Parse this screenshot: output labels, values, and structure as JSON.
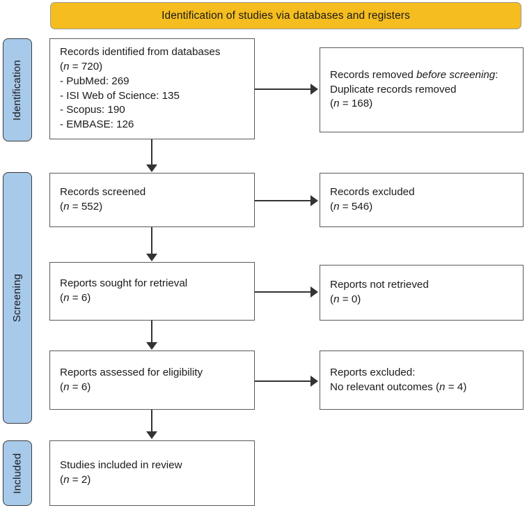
{
  "banner": {
    "title": "Identification of studies via databases and registers",
    "color": "#F5BD1F"
  },
  "stages": [
    {
      "label": "Identification",
      "color": "#A7C9EA"
    },
    {
      "label": "Screening",
      "color": "#A7C9EA"
    },
    {
      "label": "Included",
      "color": "#A7C9EA"
    }
  ],
  "boxes": {
    "identified": {
      "line1": "Records identified from databases",
      "line2_pre": "(",
      "line2_n": "n",
      "line2_post": " = 720)",
      "source1": "- PubMed: 269",
      "source2": "- ISI Web of Science: 135",
      "source3": "- Scopus: 190",
      "source4": "- EMBASE: 126"
    },
    "removed": {
      "line1_pre": "Records removed ",
      "line1_em": "before screening",
      "line1_post": ":",
      "line2": "Duplicate records removed",
      "line3_pre": "(",
      "line3_n": "n",
      "line3_post": " = 168)"
    },
    "screened": {
      "line1": "Records screened",
      "line2_pre": "(",
      "line2_n": "n",
      "line2_post": " = 552)"
    },
    "excluded_screen": {
      "line1": "Records excluded",
      "line2_pre": "(",
      "line2_n": "n",
      "line2_post": " = 546)"
    },
    "sought": {
      "line1": "Reports sought for retrieval",
      "line2_pre": "(",
      "line2_n": "n",
      "line2_post": " = 6)"
    },
    "not_retrieved": {
      "line1": "Reports not retrieved",
      "line2_pre": "(",
      "line2_n": "n",
      "line2_post": " = 0)"
    },
    "assessed": {
      "line1": "Reports assessed for eligibility",
      "line2_pre": "(",
      "line2_n": "n",
      "line2_post": " = 6)"
    },
    "excluded_elig": {
      "line1": "Reports excluded:",
      "line2_pre": "No relevant outcomes (",
      "line2_n": "n",
      "line2_post": " = 4)"
    },
    "included": {
      "line1": "Studies included in review",
      "line2_pre": "(",
      "line2_n": "n",
      "line2_post": " = 2)"
    }
  },
  "chart_data": {
    "type": "diagram",
    "title": "Identification of studies via databases and registers",
    "nodes": [
      {
        "id": "identified",
        "stage": "Identification",
        "column": "left",
        "label": "Records identified from databases",
        "n": 720,
        "breakdown": [
          {
            "source": "PubMed",
            "count": 269
          },
          {
            "source": "ISI Web of Science",
            "count": 135
          },
          {
            "source": "Scopus",
            "count": 190
          },
          {
            "source": "EMBASE",
            "count": 126
          }
        ]
      },
      {
        "id": "removed",
        "stage": "Identification",
        "column": "right",
        "label": "Records removed before screening: Duplicate records removed",
        "n": 168
      },
      {
        "id": "screened",
        "stage": "Screening",
        "column": "left",
        "label": "Records screened",
        "n": 552
      },
      {
        "id": "excluded_screen",
        "stage": "Screening",
        "column": "right",
        "label": "Records excluded",
        "n": 546
      },
      {
        "id": "sought",
        "stage": "Screening",
        "column": "left",
        "label": "Reports sought for retrieval",
        "n": 6
      },
      {
        "id": "not_retrieved",
        "stage": "Screening",
        "column": "right",
        "label": "Reports not retrieved",
        "n": 0
      },
      {
        "id": "assessed",
        "stage": "Screening",
        "column": "left",
        "label": "Reports assessed for eligibility",
        "n": 6
      },
      {
        "id": "excluded_elig",
        "stage": "Screening",
        "column": "right",
        "label": "Reports excluded: No relevant outcomes",
        "n": 4
      },
      {
        "id": "included",
        "stage": "Included",
        "column": "left",
        "label": "Studies included in review",
        "n": 2
      }
    ],
    "edges": [
      {
        "from": "identified",
        "to": "removed",
        "direction": "right"
      },
      {
        "from": "identified",
        "to": "screened",
        "direction": "down"
      },
      {
        "from": "screened",
        "to": "excluded_screen",
        "direction": "right"
      },
      {
        "from": "screened",
        "to": "sought",
        "direction": "down"
      },
      {
        "from": "sought",
        "to": "not_retrieved",
        "direction": "right"
      },
      {
        "from": "sought",
        "to": "assessed",
        "direction": "down"
      },
      {
        "from": "assessed",
        "to": "excluded_elig",
        "direction": "right"
      },
      {
        "from": "assessed",
        "to": "included",
        "direction": "down"
      }
    ]
  }
}
